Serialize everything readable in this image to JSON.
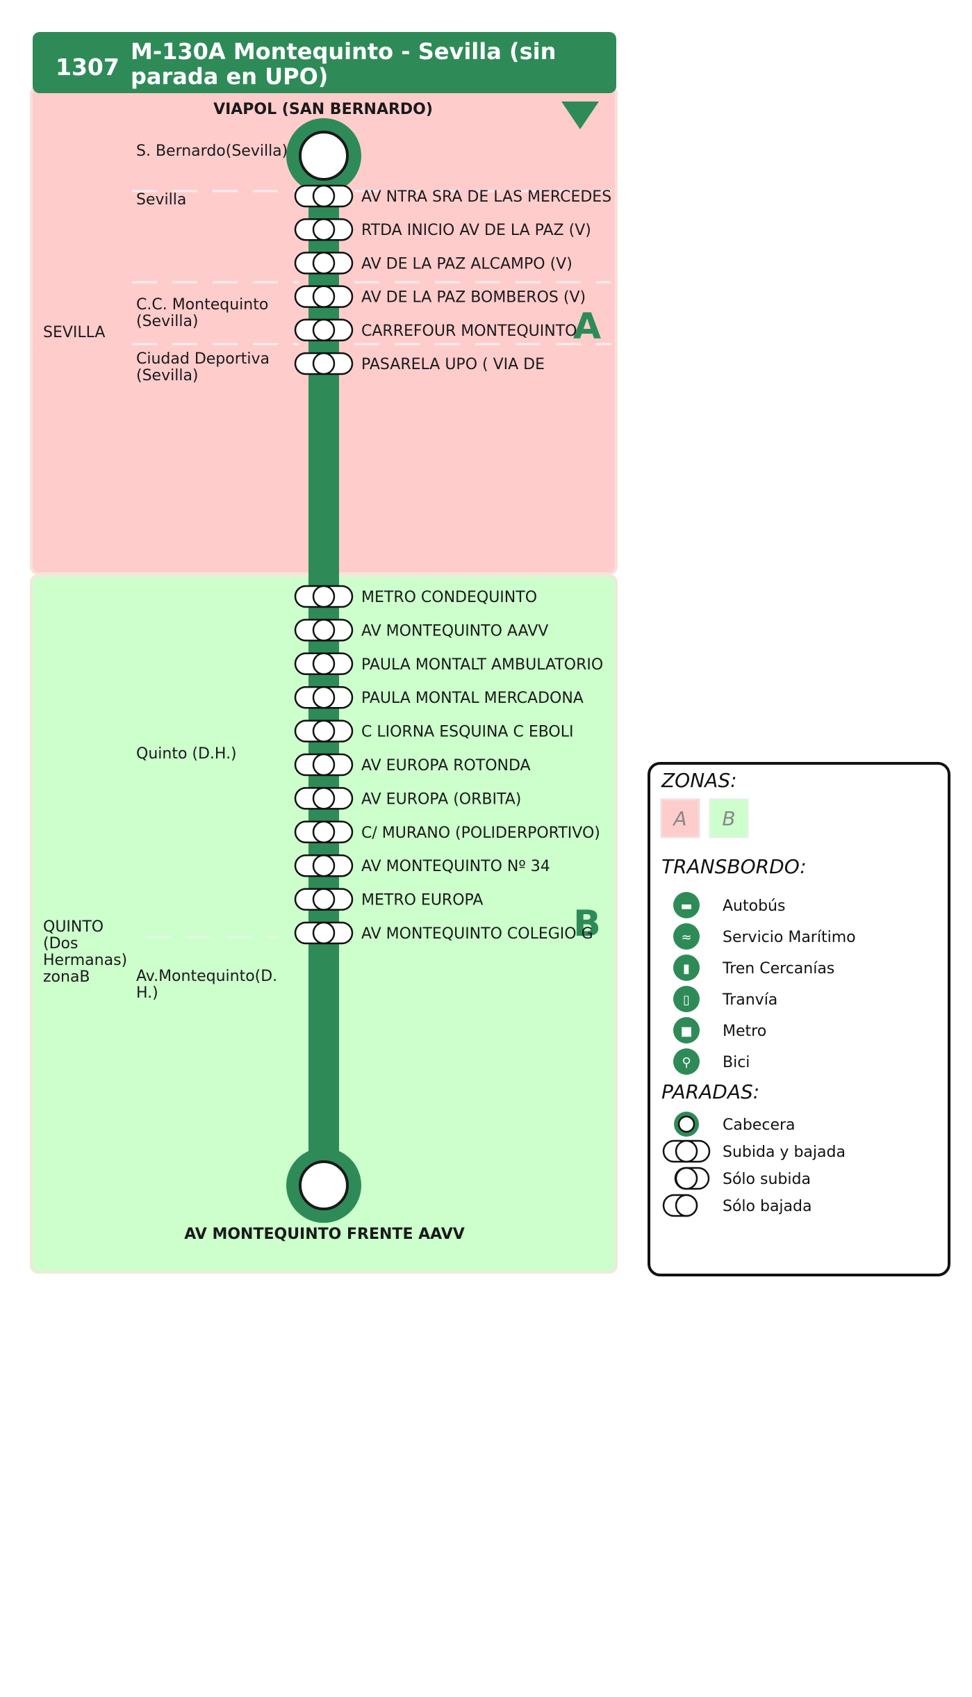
{
  "header": {
    "route_id": "1307",
    "title_line1": "M-130A  Montequinto - Sevilla (sin",
    "title_line2": "parada en UPO)"
  },
  "origin_terminal": "VIAPOL (SAN BERNARDO)",
  "destination_terminal": "AV MONTEQUINTO FRENTE AAVV",
  "zones": [
    {
      "letter": "A",
      "municipality": "SEVILLA",
      "color": "#ffcccc"
    },
    {
      "letter": "B",
      "municipality_lines": [
        "QUINTO",
        "(Dos",
        "Hermanas)",
        "zonaB"
      ],
      "color": "#ccffcc"
    }
  ],
  "localities": [
    {
      "lines": [
        "S. Bernardo(Sevilla)"
      ]
    },
    {
      "lines": [
        "Sevilla"
      ]
    },
    {
      "lines": [
        "C.C. Montequinto",
        "(Sevilla)"
      ]
    },
    {
      "lines": [
        "Ciudad Deportiva",
        "(Sevilla)"
      ]
    },
    {
      "lines": [
        "Quinto (D.H.)"
      ]
    },
    {
      "lines": [
        "Av.Montequinto(D.",
        "H.)"
      ]
    }
  ],
  "stops": [
    {
      "name": "AV NTRA SRA DE LAS MERCEDES"
    },
    {
      "name": "RTDA INICIO AV DE LA PAZ (V)"
    },
    {
      "name": "AV DE LA PAZ ALCAMPO (V)"
    },
    {
      "name": "AV DE LA PAZ BOMBEROS (V)"
    },
    {
      "name": "CARREFOUR MONTEQUINTO"
    },
    {
      "name": "PASARELA UPO ( VIA DE"
    },
    {
      "name": "METRO CONDEQUINTO"
    },
    {
      "name": "AV MONTEQUINTO AAVV"
    },
    {
      "name": "PAULA MONTALT AMBULATORIO"
    },
    {
      "name": "PAULA MONTAL MERCADONA"
    },
    {
      "name": "C LIORNA ESQUINA C EBOLI"
    },
    {
      "name": "AV EUROPA ROTONDA"
    },
    {
      "name": "AV EUROPA (ORBITA)"
    },
    {
      "name": "C/ MURANO (POLIDERPORTIVO)"
    },
    {
      "name": "AV MONTEQUINTO Nº 34"
    },
    {
      "name": "METRO EUROPA"
    },
    {
      "name": "AV MONTEQUINTO COLEGIO G"
    }
  ],
  "legend": {
    "zonas_title": "ZONAS:",
    "zone_a": "A",
    "zone_b": "B",
    "transbordo_title": "TRANSBORDO:",
    "transbordo": [
      {
        "label": "Autobús",
        "icon": "bus-icon"
      },
      {
        "label": "Servicio Marítimo",
        "icon": "boat-icon"
      },
      {
        "label": "Tren Cercanías",
        "icon": "train-icon"
      },
      {
        "label": "Tranvía",
        "icon": "tram-icon"
      },
      {
        "label": "Metro",
        "icon": "metro-icon"
      },
      {
        "label": "Bici",
        "icon": "bike-icon"
      }
    ],
    "paradas_title": "PARADAS:",
    "paradas": [
      {
        "label": "Cabecera",
        "icon": "terminal-stop-icon"
      },
      {
        "label": "Subida y bajada",
        "icon": "board-alight-stop-icon"
      },
      {
        "label": "Sólo subida",
        "icon": "board-only-stop-icon"
      },
      {
        "label": "Sólo bajada",
        "icon": "alight-only-stop-icon"
      }
    ]
  },
  "colors": {
    "line": "#2e8b57",
    "zone_a": "#ffcccc",
    "zone_b": "#ccffcc",
    "text": "#1a1a1a"
  }
}
